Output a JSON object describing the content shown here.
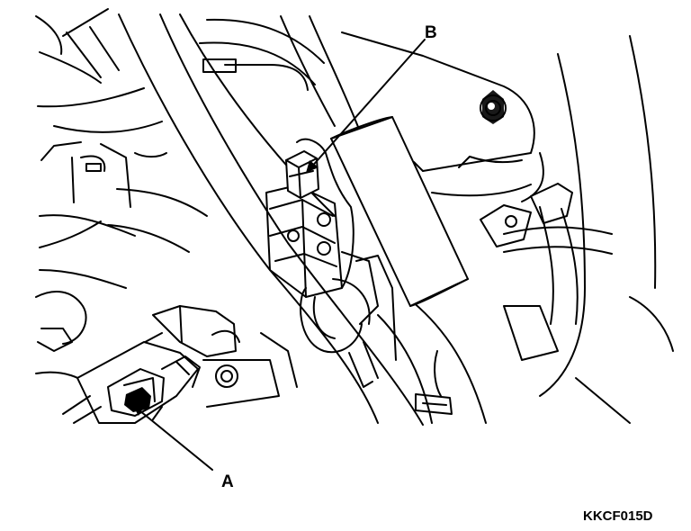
{
  "labels": {
    "a": "A",
    "b": "B"
  },
  "figure_code": "KKCF015D",
  "colors": {
    "line": "#000000",
    "background": "#ffffff"
  }
}
